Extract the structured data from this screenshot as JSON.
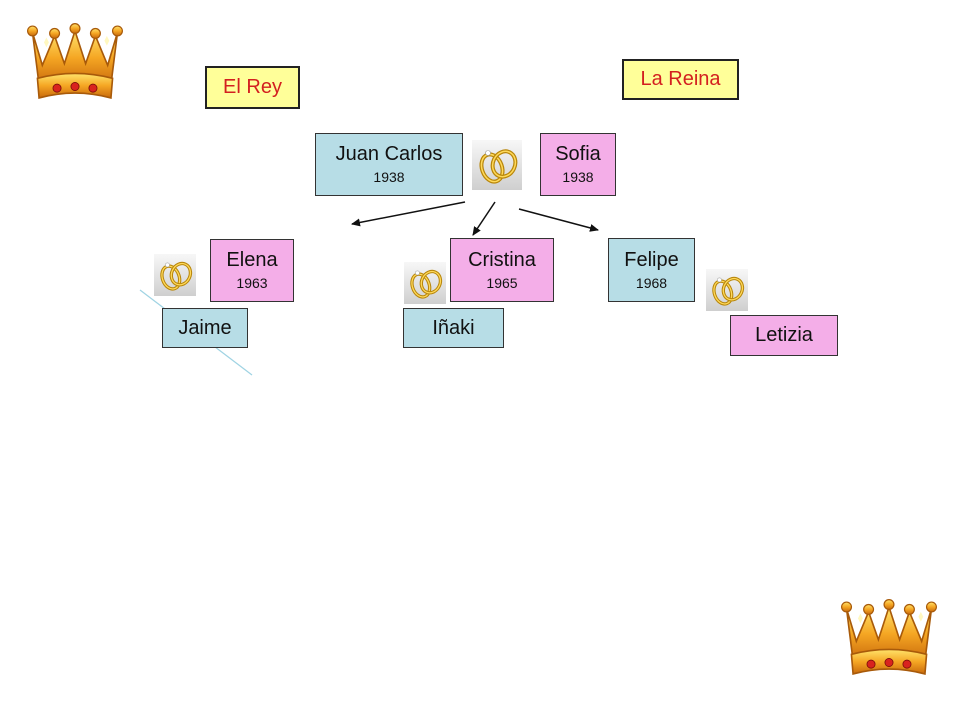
{
  "labels": {
    "king": "El Rey",
    "queen": "La Reina"
  },
  "parents": [
    {
      "name": "Juan Carlos",
      "year": "1938"
    },
    {
      "name": "Sofia",
      "year": "1938"
    }
  ],
  "children": [
    {
      "name": "Elena",
      "year": "1963"
    },
    {
      "name": "Cristina",
      "year": "1965"
    },
    {
      "name": "Felipe",
      "year": "1968"
    }
  ],
  "spouses": [
    "Jaime",
    "Iñaki",
    "Letizia"
  ],
  "colors": {
    "label_bg": "#ffff99",
    "label_text": "#d32020",
    "male_box": "#b7dde6",
    "female_box": "#f4aee8",
    "crown_gold": "#f2a51a",
    "jewel_red": "#d9231e"
  },
  "icons": {
    "crown": "crown-icon",
    "wedding_rings": "wedding-rings-icon"
  }
}
